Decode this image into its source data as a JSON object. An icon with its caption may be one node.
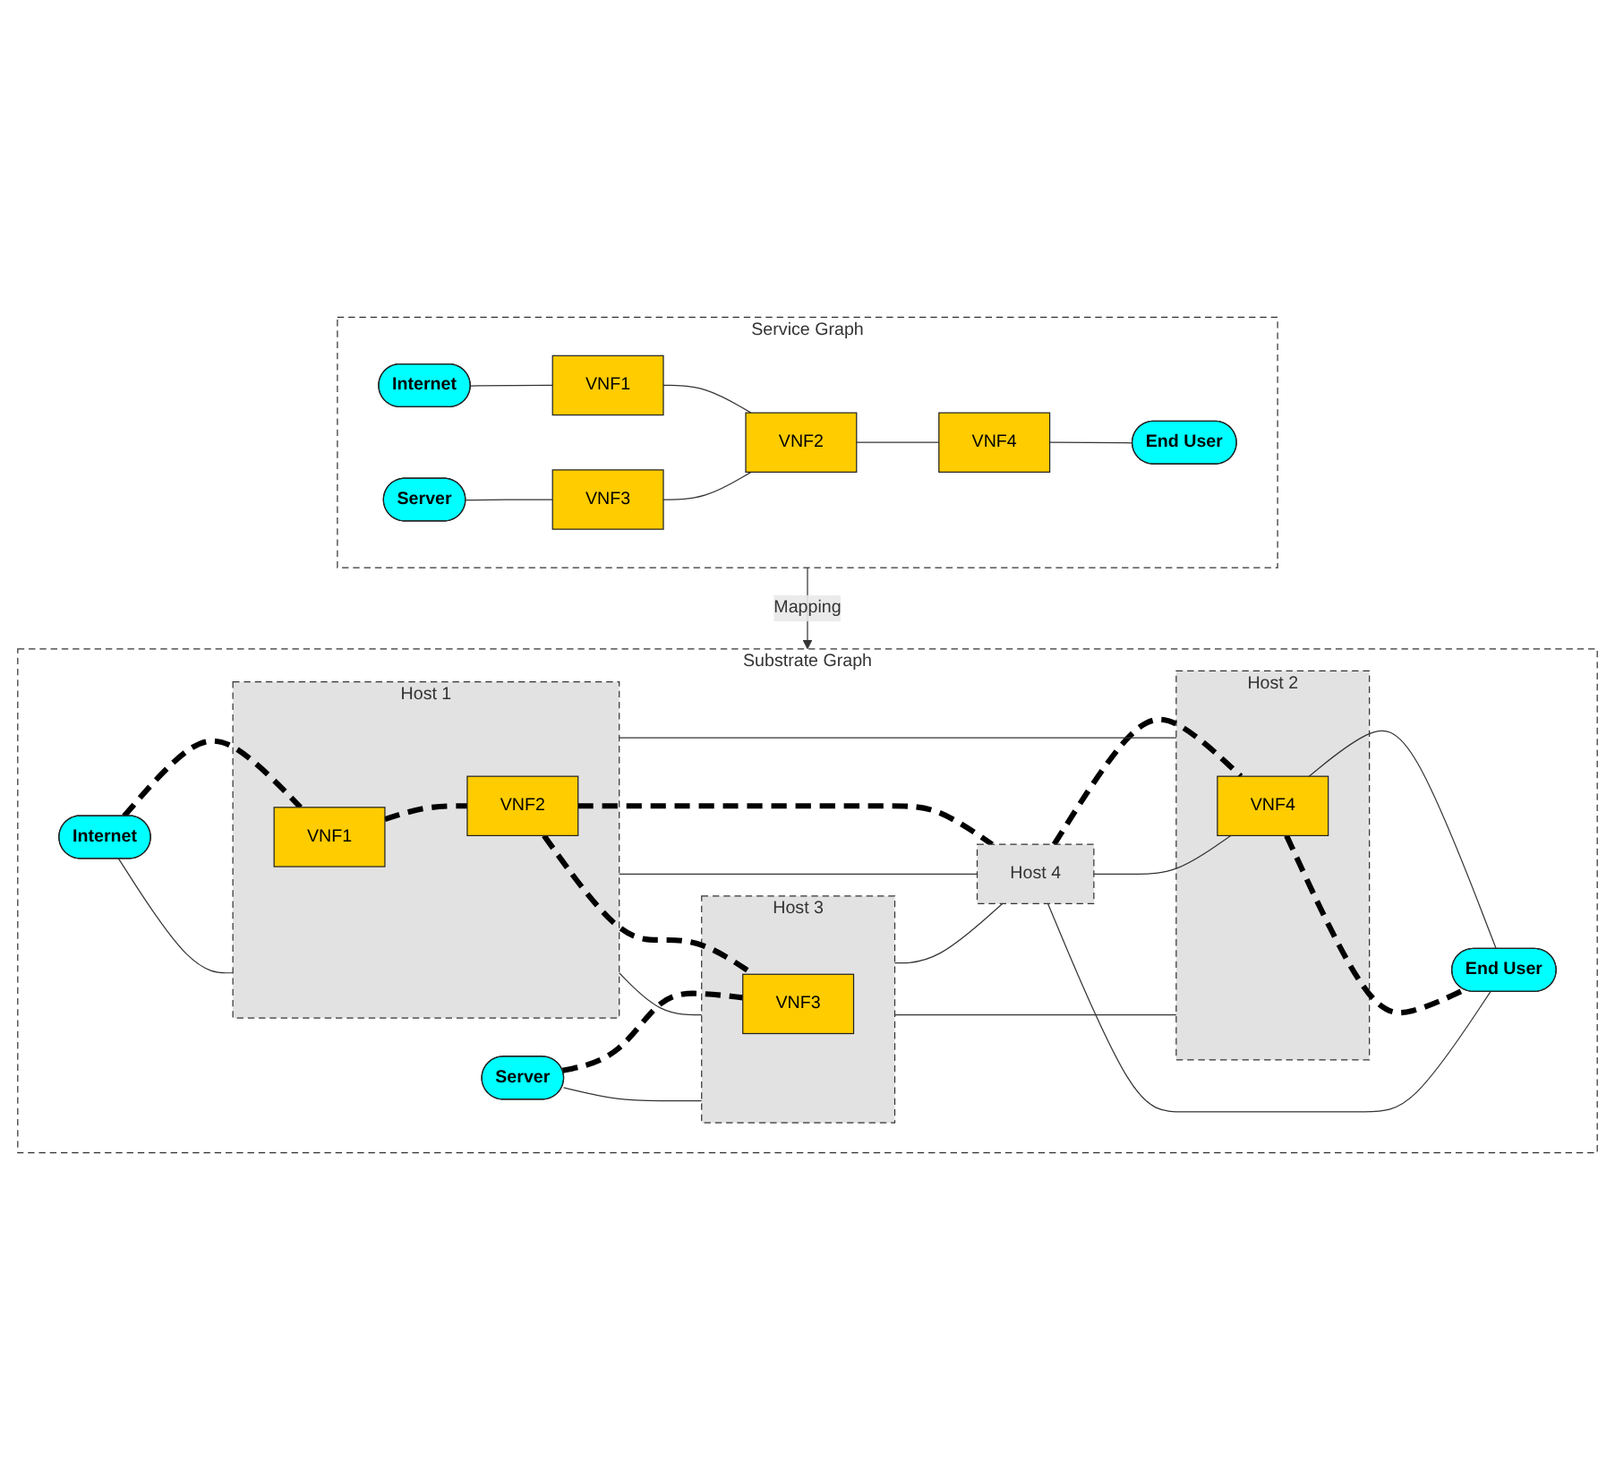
{
  "diagram": {
    "nodes": [
      {
        "text": [
          "Service Graph"
        ]
      },
      {
        "text": [
          "Internet"
        ],
        "in": 0
      },
      {
        "text": [
          "VNF1"
        ],
        "in": 0
      },
      {
        "text": [
          "VNF2"
        ],
        "in": 0
      },
      {
        "text": [
          "VNF4"
        ],
        "in": 0
      },
      {
        "text": [
          "End User"
        ],
        "in": 0
      },
      {
        "text": [
          "Server"
        ],
        "in": 0
      },
      {
        "text": [
          "VNF3"
        ],
        "in": 0
      },
      {
        "text": [
          "Substrate Graph"
        ]
      },
      {
        "text": [
          "Host 1"
        ],
        "in": 8
      },
      {
        "text": [
          "VNF1"
        ],
        "in": 9
      },
      {
        "text": [
          "VNF2"
        ],
        "in": 9
      },
      {
        "text": [
          "Host 2"
        ],
        "in": 8
      },
      {
        "text": [
          "VNF4"
        ],
        "in": 12
      },
      {
        "text": [
          "Internet"
        ],
        "in": 8
      },
      {
        "text": [
          "End User"
        ],
        "in": 8
      },
      {
        "text": [
          "Host 3"
        ],
        "in": 8
      },
      {
        "text": [
          "VNF3"
        ],
        "in": 16
      },
      {
        "text": [
          "Server"
        ],
        "in": 8
      },
      {
        "text": [
          "Host 4"
        ],
        "in": 8
      }
    ],
    "edges": [
      {
        "from": 1,
        "to": 2,
        "arrow": "none"
      },
      {
        "from": 2,
        "to": 3,
        "arrow": "none"
      },
      {
        "from": 3,
        "to": 4,
        "arrow": "none"
      },
      {
        "from": 4,
        "to": 5,
        "arrow": "none"
      },
      {
        "from": 6,
        "to": 7,
        "arrow": "none"
      },
      {
        "from": 7,
        "to": 3,
        "arrow": "none"
      },
      {
        "from": 0,
        "to": 8,
        "arrow": "to",
        "label": "Mapping"
      },
      {
        "from": 14,
        "to": 9,
        "arrow": "none"
      },
      {
        "from": 9,
        "to": 12,
        "arrow": "none"
      },
      {
        "from": 9,
        "to": 16,
        "arrow": "none"
      },
      {
        "from": 9,
        "to": 19,
        "arrow": "none"
      },
      {
        "from": 12,
        "to": 16,
        "arrow": "none"
      },
      {
        "from": 13,
        "to": 15,
        "arrow": "none"
      },
      {
        "from": 13,
        "to": 19,
        "arrow": "none"
      },
      {
        "from": 15,
        "to": 19,
        "arrow": "none"
      },
      {
        "from": 18,
        "to": 16,
        "arrow": "none"
      },
      {
        "from": 16,
        "to": 19,
        "arrow": "none"
      },
      {
        "from": 14,
        "to": 10,
        "arrow": "none",
        "style": "dashed"
      },
      {
        "from": 10,
        "to": 11,
        "arrow": "none",
        "style": "dashed"
      },
      {
        "from": 11,
        "to": 17,
        "arrow": "none",
        "style": "dashed"
      },
      {
        "from": 11,
        "to": 19,
        "arrow": "none",
        "style": "dashed"
      },
      {
        "from": 19,
        "to": 13,
        "arrow": "none",
        "style": "dashed"
      },
      {
        "from": 13,
        "to": 15,
        "arrow": "none",
        "style": "dashed"
      },
      {
        "from": 18,
        "to": 17,
        "arrow": "none",
        "style": "dashed"
      }
    ]
  }
}
